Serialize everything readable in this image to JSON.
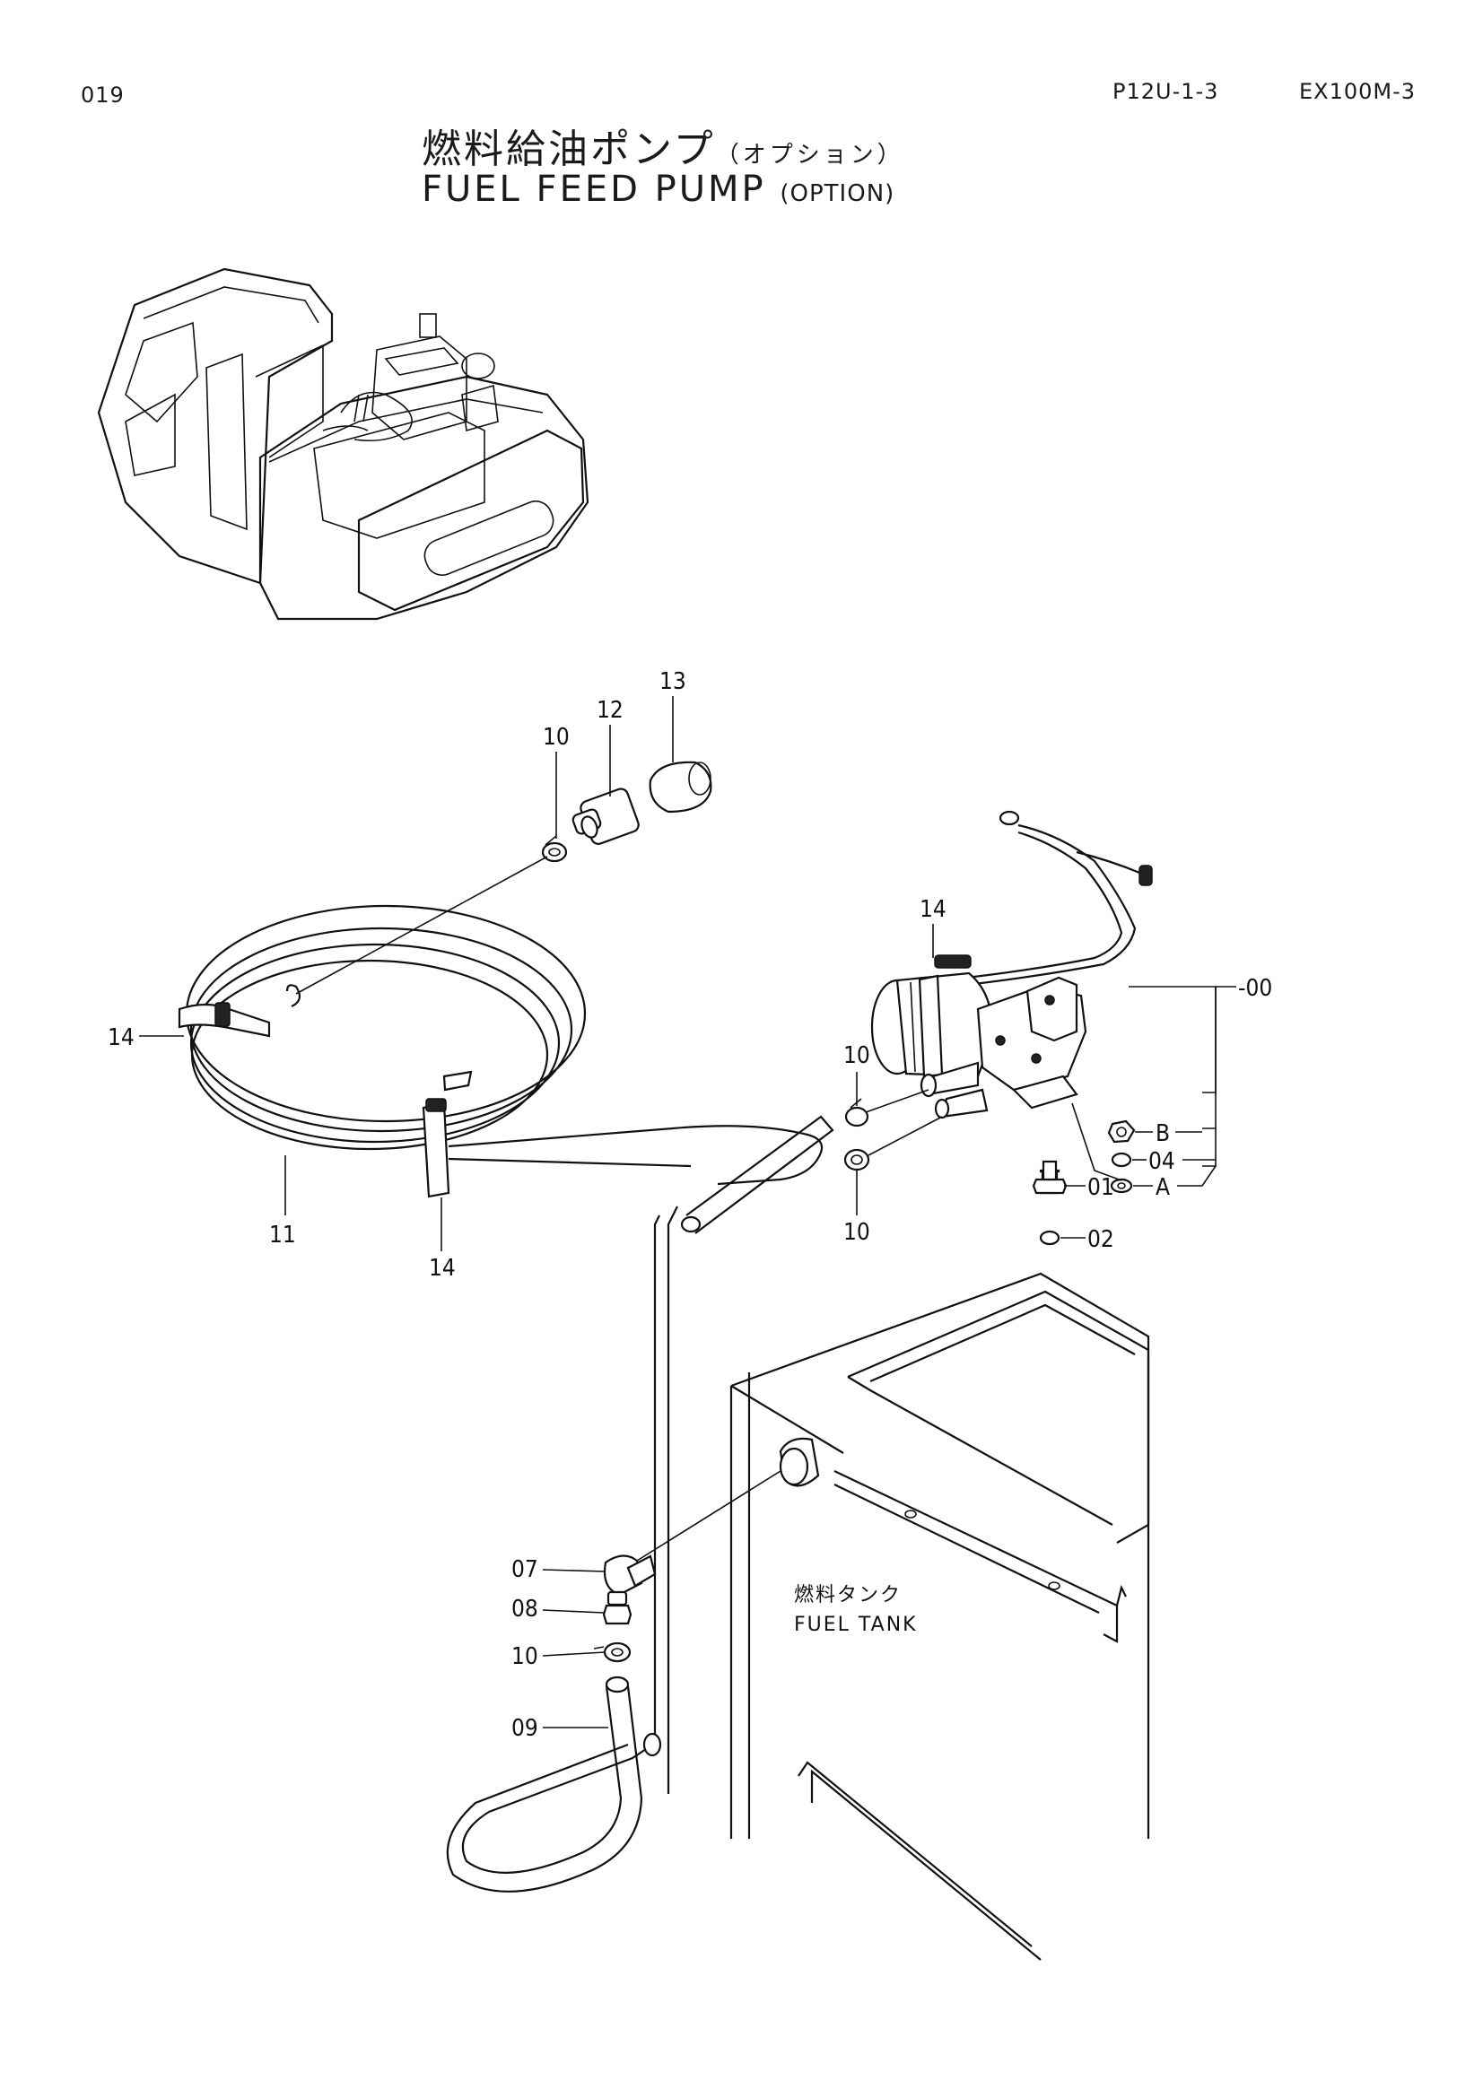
{
  "header": {
    "page_number": "019",
    "catalog_code": "P12U-1-3",
    "model": "EX100M-3"
  },
  "title": {
    "japanese": "燃料給油ポンプ",
    "japanese_sub": "（オプション）",
    "english": "FUEL FEED PUMP",
    "english_sub": "(OPTION)"
  },
  "fuel_tank_label": {
    "japanese": "燃料タンク",
    "english": "FUEL TANK"
  },
  "callouts": [
    "00",
    "01",
    "02",
    "04",
    "A",
    "B",
    "07",
    "08",
    "09",
    "10",
    "11",
    "12",
    "13",
    "14"
  ]
}
